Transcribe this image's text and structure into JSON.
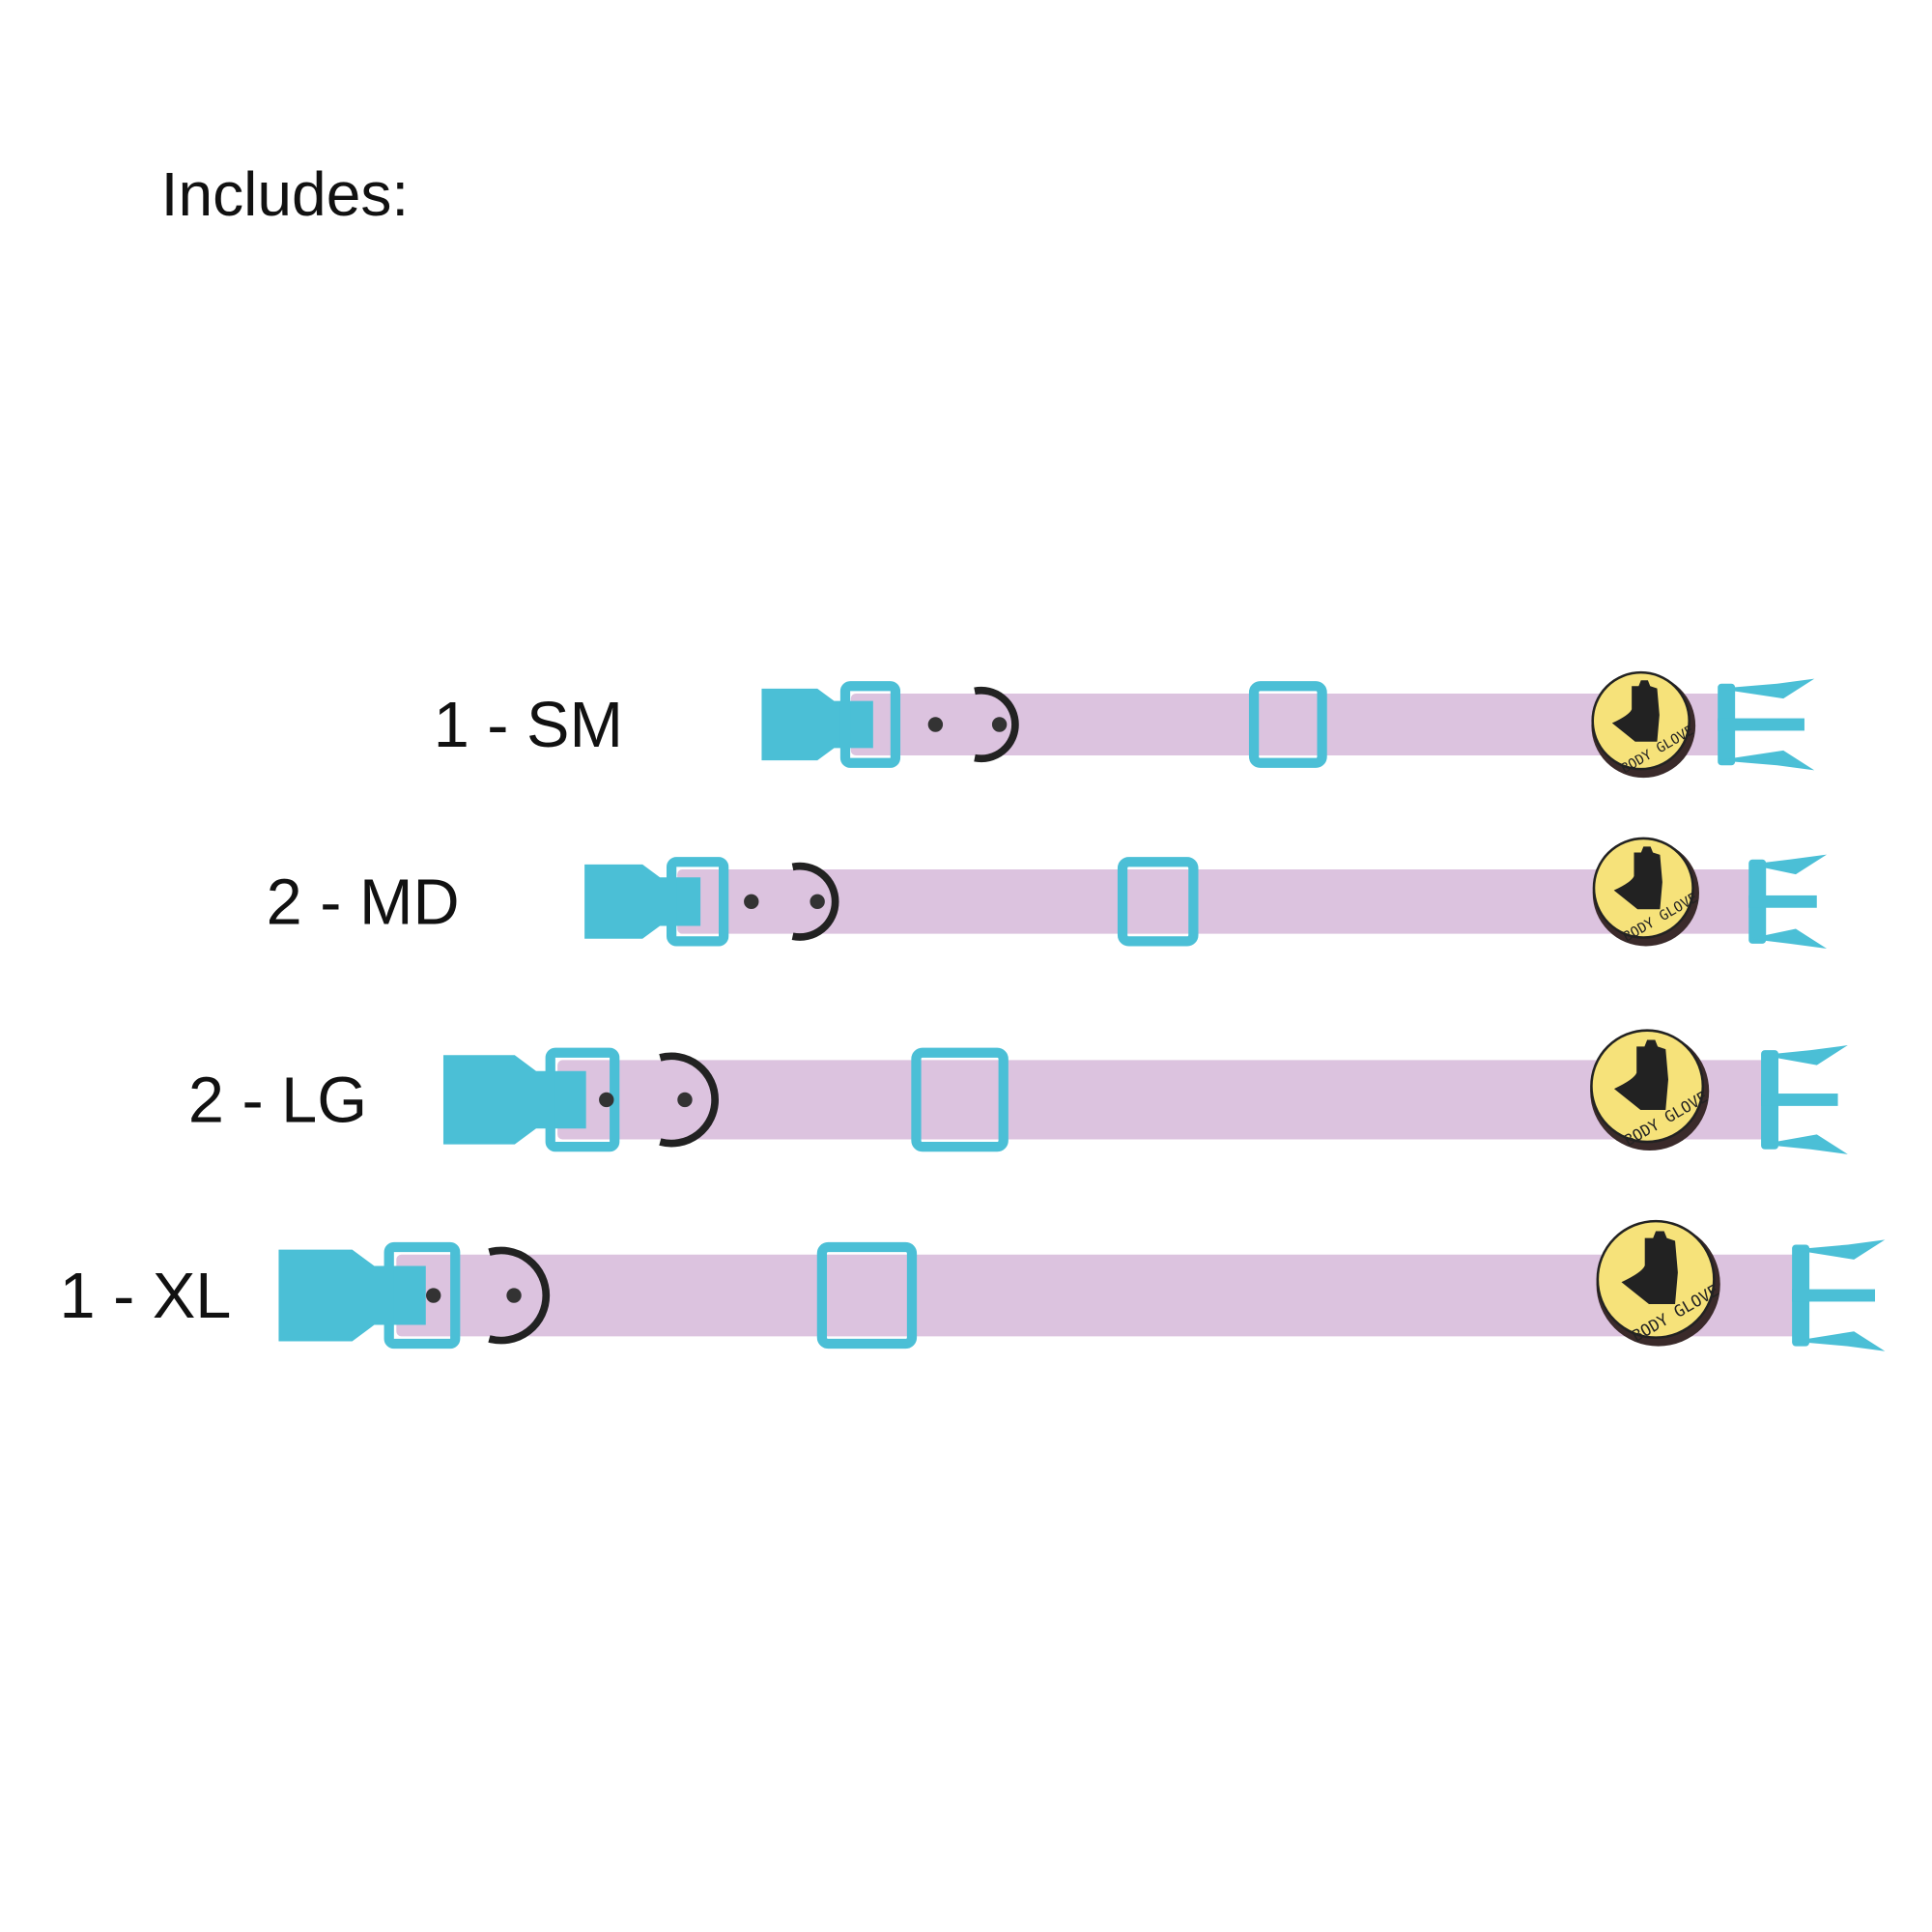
{
  "title": "Includes:",
  "collars": [
    {
      "label": "1 - SM"
    },
    {
      "label": "2 - MD"
    },
    {
      "label": "2 - LG"
    },
    {
      "label": "1 - XL"
    }
  ],
  "brand": "BODY GLOVE",
  "colors": {
    "strap": "#dcc3df",
    "hardware": "#4bbfd6",
    "badge": "#f6e27a",
    "ring": "#222222"
  }
}
